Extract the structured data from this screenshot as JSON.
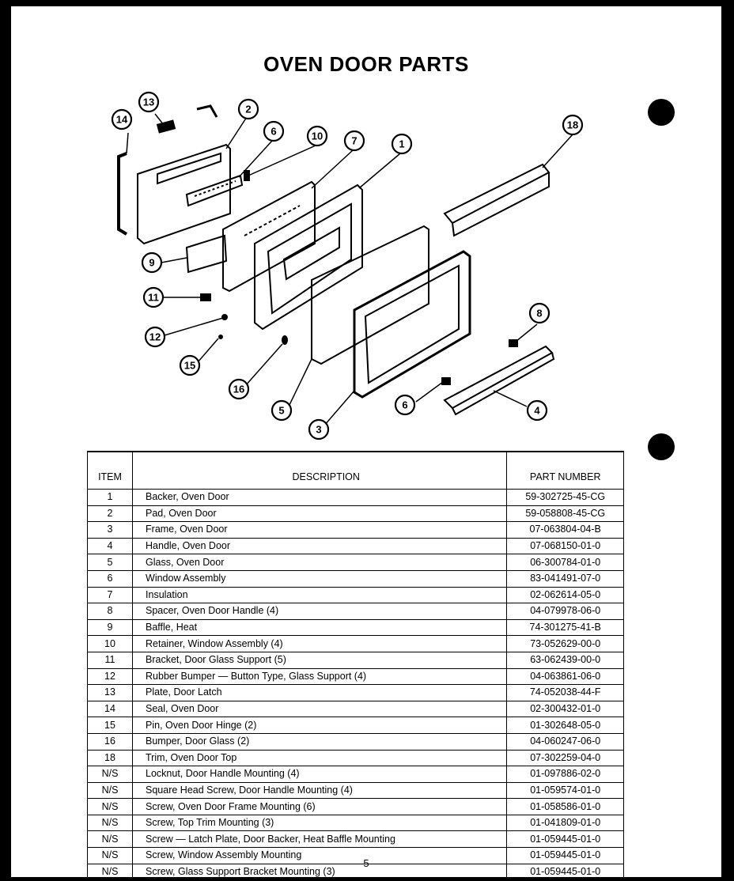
{
  "title": "OVEN DOOR PARTS",
  "page_number": "5",
  "table": {
    "headers": {
      "item": "ITEM",
      "description": "DESCRIPTION",
      "part_number": "PART NUMBER"
    },
    "rows": [
      {
        "item": "1",
        "description": "Backer, Oven Door",
        "part_number": "59-302725-45-CG"
      },
      {
        "item": "2",
        "description": "Pad, Oven Door",
        "part_number": "59-058808-45-CG"
      },
      {
        "item": "3",
        "description": "Frame, Oven Door",
        "part_number": "07-063804-04-B"
      },
      {
        "item": "4",
        "description": "Handle, Oven Door",
        "part_number": "07-068150-01-0"
      },
      {
        "item": "5",
        "description": "Glass, Oven Door",
        "part_number": "06-300784-01-0"
      },
      {
        "item": "6",
        "description": "Window Assembly",
        "part_number": "83-041491-07-0"
      },
      {
        "item": "7",
        "description": "Insulation",
        "part_number": "02-062614-05-0"
      },
      {
        "item": "8",
        "description": "Spacer, Oven Door Handle (4)",
        "part_number": "04-079978-06-0"
      },
      {
        "item": "9",
        "description": "Baffle, Heat",
        "part_number": "74-301275-41-B"
      },
      {
        "item": "10",
        "description": "Retainer, Window Assembly (4)",
        "part_number": "73-052629-00-0"
      },
      {
        "item": "11",
        "description": "Bracket, Door Glass Support (5)",
        "part_number": "63-062439-00-0"
      },
      {
        "item": "12",
        "description": "Rubber Bumper — Button Type, Glass Support (4)",
        "part_number": "04-063861-06-0"
      },
      {
        "item": "13",
        "description": "Plate, Door Latch",
        "part_number": "74-052038-44-F"
      },
      {
        "item": "14",
        "description": "Seal, Oven Door",
        "part_number": "02-300432-01-0"
      },
      {
        "item": "15",
        "description": "Pin, Oven Door Hinge (2)",
        "part_number": "01-302648-05-0"
      },
      {
        "item": "16",
        "description": "Bumper, Door Glass (2)",
        "part_number": "04-060247-06-0"
      },
      {
        "item": "18",
        "description": "Trim, Oven Door Top",
        "part_number": "07-302259-04-0"
      },
      {
        "item": "N/S",
        "description": "Locknut, Door Handle Mounting (4)",
        "part_number": "01-097886-02-0"
      },
      {
        "item": "N/S",
        "description": "Square Head Screw, Door Handle Mounting (4)",
        "part_number": "01-059574-01-0"
      },
      {
        "item": "N/S",
        "description": "Screw, Oven Door Frame Mounting (6)",
        "part_number": "01-058586-01-0"
      },
      {
        "item": "N/S",
        "description": "Screw, Top Trim Mounting (3)",
        "part_number": "01-041809-01-0"
      },
      {
        "item": "N/S",
        "description": "Screw — Latch Plate, Door Backer, Heat Baffle Mounting",
        "part_number": "01-059445-01-0"
      },
      {
        "item": "N/S",
        "description": "Screw, Window Assembly Mounting",
        "part_number": "01-059445-01-0"
      },
      {
        "item": "N/S",
        "description": "Screw, Glass Support Bracket Mounting (3)",
        "part_number": "01-059445-01-0"
      }
    ]
  },
  "callouts": {
    "c1": "1",
    "c2": "2",
    "c3": "3",
    "c4": "4",
    "c5": "5",
    "c6a": "6",
    "c6b": "6",
    "c7": "7",
    "c8": "8",
    "c9": "9",
    "c10": "10",
    "c11": "11",
    "c12": "12",
    "c13": "13",
    "c14": "14",
    "c15": "15",
    "c16": "16",
    "c18": "18"
  }
}
